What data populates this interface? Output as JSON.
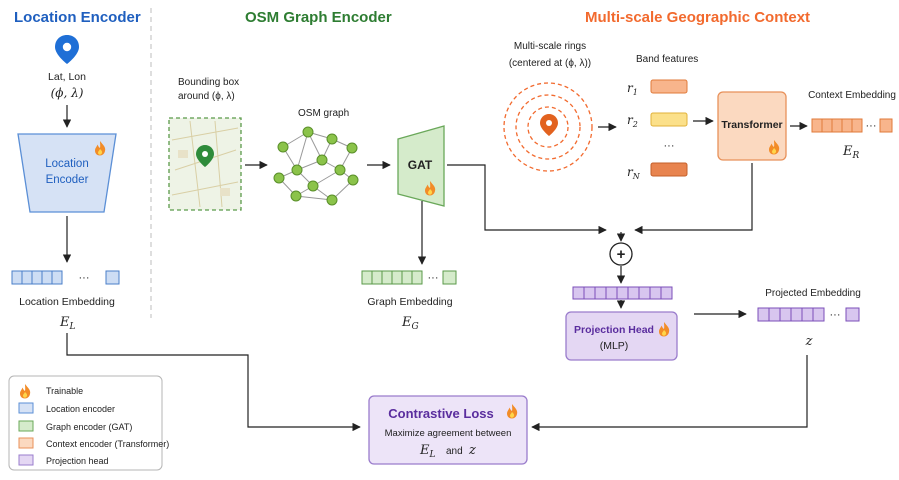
{
  "sections": {
    "location": "Location Encoder",
    "osm": "OSM Graph Encoder",
    "context": "Multi-scale Geographic Context"
  },
  "location": {
    "coord_label": "Lat, Lon",
    "coord_symbols": "(ϕ, λ)",
    "encoder_line1": "Location",
    "encoder_line2": "Encoder",
    "embedding_label": "Location Embedding",
    "embedding_symbol": "E",
    "embedding_sub": "L",
    "dots": "···"
  },
  "osm": {
    "bbox_line1": "Bounding box",
    "bbox_line2": "around (ϕ, λ)",
    "graph_label": "OSM graph",
    "gat_label": "GAT",
    "embedding_label": "Graph Embedding",
    "embedding_symbol": "E",
    "embedding_sub": "G",
    "dots": "···"
  },
  "context": {
    "rings_line1": "Multi-scale rings",
    "rings_line2": "(centered at (ϕ, λ))",
    "band_title": "Band features",
    "bands": [
      {
        "symbol": "r",
        "sub": "1"
      },
      {
        "symbol": "r",
        "sub": "2"
      },
      {
        "symbol": "r",
        "sub": "N"
      }
    ],
    "band_dots": "···",
    "transformer_label": "Transformer",
    "embedding_label": "Context Embedding",
    "embedding_symbol": "E",
    "embedding_sub": "R",
    "dots": "···"
  },
  "fusion": {
    "plus": "+",
    "projection_line1": "Projection Head",
    "projection_line2": "(MLP)",
    "projected_label": "Projected Embedding",
    "projected_symbol": "z",
    "dots": "···"
  },
  "loss": {
    "title": "Contrastive Loss",
    "line1": "Maximize agreement between",
    "left_symbol": "E",
    "left_sub": "L",
    "and": "and",
    "right_symbol": "z"
  },
  "legend": {
    "items": [
      {
        "label": "Trainable",
        "icon": "fire-icon"
      },
      {
        "label": "Location encoder",
        "color": "#d6e2f5"
      },
      {
        "label": "Graph encoder (GAT)",
        "color": "#d5ebcb"
      },
      {
        "label": "Context encoder (Transformer)",
        "color": "#fbd9c0"
      },
      {
        "label": "Projection head",
        "color": "#e4d7f3"
      }
    ]
  },
  "colors": {
    "blue": "#1f5fbf",
    "green": "#2e7d32",
    "orange": "#f26a2e",
    "purple": "#7b4fb8"
  }
}
